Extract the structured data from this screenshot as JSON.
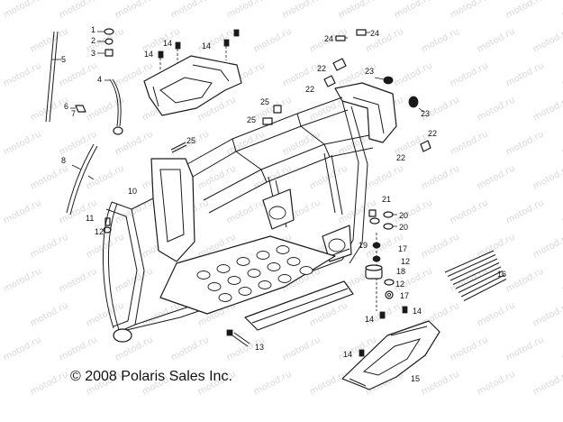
{
  "watermark": "motod.ru",
  "copyright": "© 2008 Polaris Sales Inc.",
  "callouts": [
    "1",
    "2",
    "3",
    "4",
    "5",
    "6",
    "7",
    "8",
    "10",
    "11",
    "12",
    "13",
    "14",
    "15",
    "16",
    "17",
    "18",
    "19",
    "20",
    "21",
    "22",
    "23",
    "24",
    "25"
  ]
}
